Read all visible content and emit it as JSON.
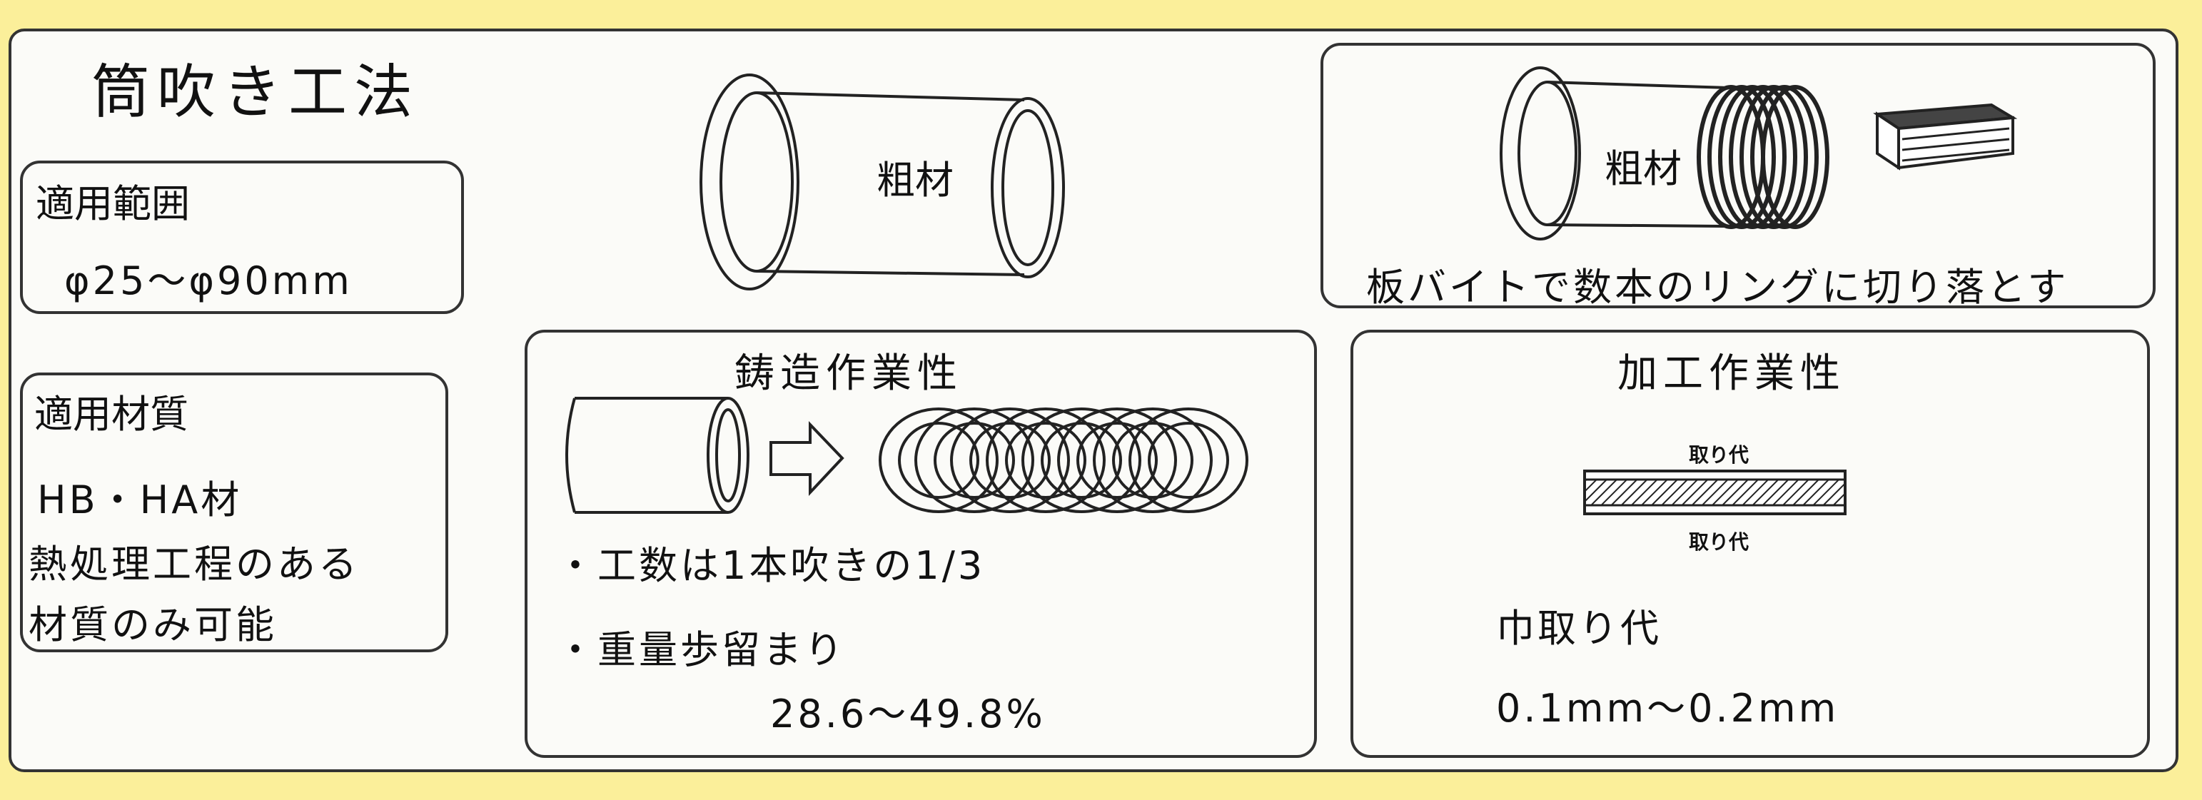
{
  "title": "筒吹き工法",
  "scope": {
    "label": "適用範囲",
    "value": "φ25〜φ90mm"
  },
  "material": {
    "label": "適用材質",
    "lines": [
      "HB・HA材",
      "熱処理工程のある",
      "材質のみ可能"
    ]
  },
  "raw_part_label": "粗材",
  "cutting": {
    "part_label": "粗材",
    "caption": "板バイトで数本のリングに切り落とす"
  },
  "casting": {
    "title": "鋳造作業性",
    "bullet1": "・工数は1本吹きの1/3",
    "bullet2": "・重量歩留まり",
    "bullet2_value": "28.6〜49.8%"
  },
  "machining": {
    "title": "加工作業性",
    "allowance_top": "取り代",
    "allowance_bottom": "取り代",
    "width_label": "巾取り代",
    "width_value": "0.1mm〜0.2mm"
  }
}
